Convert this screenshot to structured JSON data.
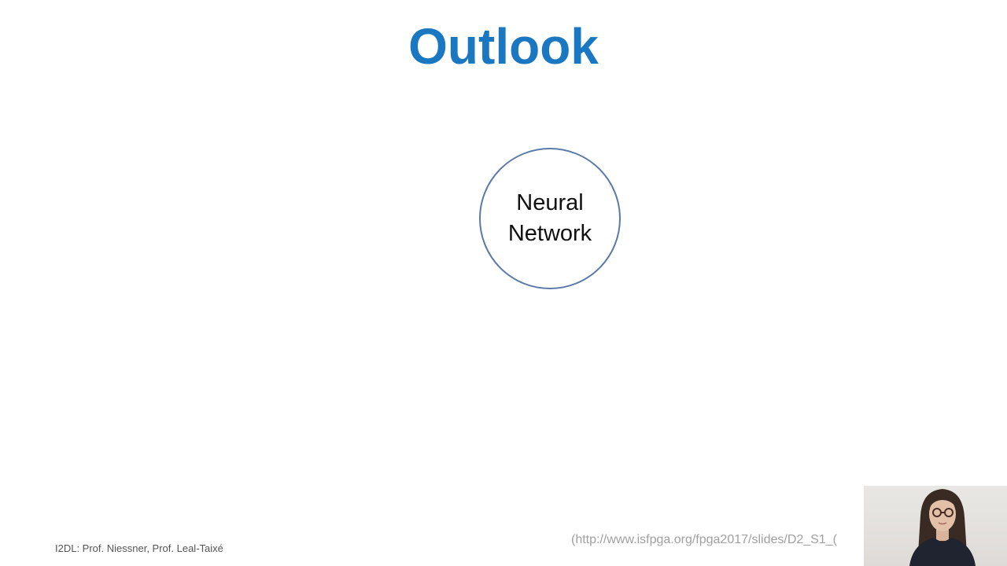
{
  "slide": {
    "title": "Outlook",
    "node_line1": "Neural",
    "node_line2": "Network",
    "footer": "I2DL: Prof. Niessner, Prof. Leal-Taixé",
    "source": "(http://www.isfpga.org/fpga2017/slides/D2_S1_("
  },
  "colors": {
    "title": "#1a78c2",
    "circle_border": "#5b7aa8",
    "background": "#ffffff"
  },
  "icons": {
    "presenter": "presenter-video-icon"
  }
}
